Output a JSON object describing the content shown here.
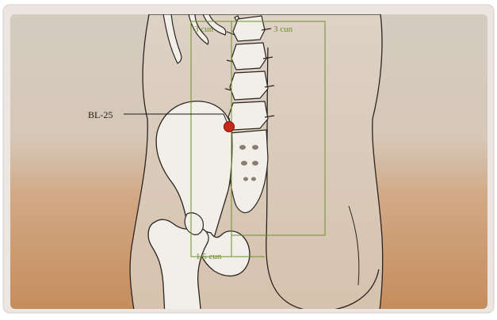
{
  "point_label": "BL-25",
  "measurements": {
    "upper_left": "3 cun",
    "upper_right": "3 cun",
    "lower": "1.5 cun"
  },
  "colors": {
    "point": "#c62a1c",
    "guide_lines": "#6f8f2a",
    "guide_text": "#6d8b27",
    "outline": "#2b2420",
    "bone": "#f2efe9",
    "skin": "#d8c6b3"
  }
}
